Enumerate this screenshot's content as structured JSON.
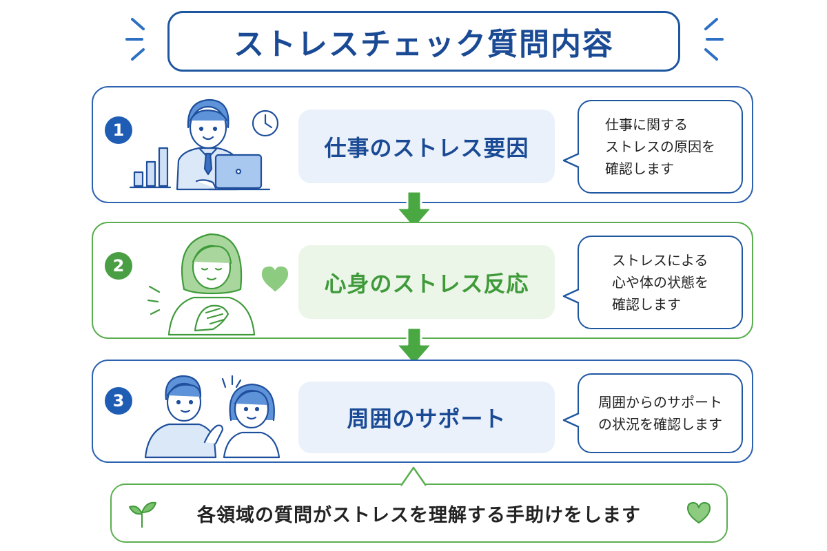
{
  "title": "ストレスチェック質問内容",
  "colors": {
    "blue": "#1e56a0",
    "green": "#5aae4f",
    "label_blue_bg": "#eaf1fb",
    "label_green_bg": "#ebf5e8"
  },
  "steps": [
    {
      "number": "1",
      "label": "仕事のストレス要因",
      "description": [
        "仕事に関する",
        "ストレスの原因を",
        "確認します"
      ],
      "theme": "blue",
      "illustration": "worker-at-laptop-icon"
    },
    {
      "number": "2",
      "label": "心身のストレス反応",
      "description": [
        "ストレスによる",
        "心や体の状態を",
        "確認します"
      ],
      "theme": "green",
      "illustration": "woman-hand-on-chest-icon"
    },
    {
      "number": "3",
      "label": "周囲のサポート",
      "description": [
        "周囲からのサポート",
        "の状況を確認します"
      ],
      "theme": "blue",
      "illustration": "two-people-talking-icon"
    }
  ],
  "footer": "各領域の質問がストレスを理解する手助けをします"
}
